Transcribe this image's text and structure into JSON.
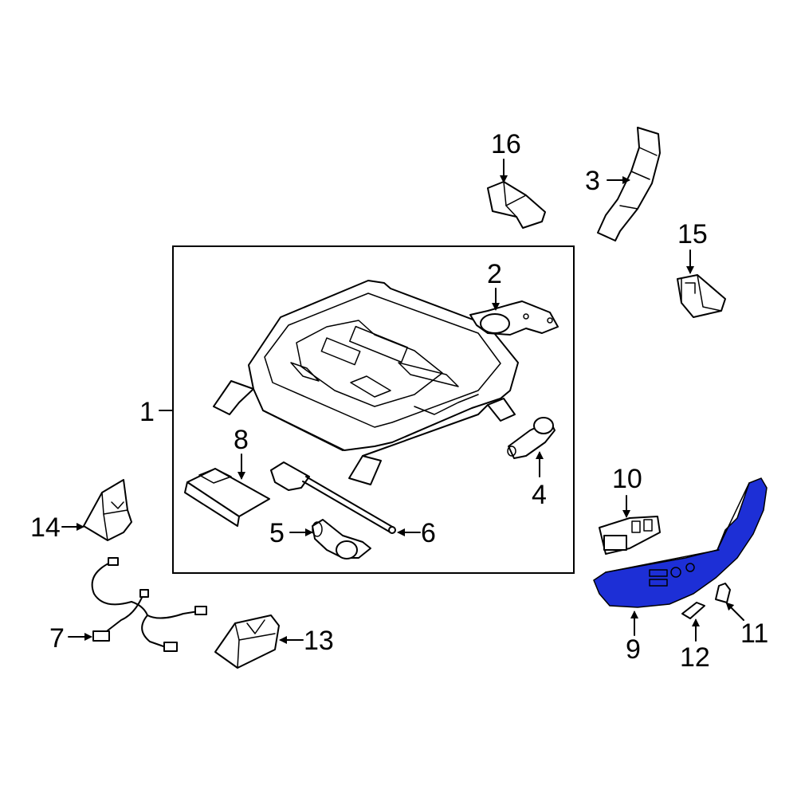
{
  "diagram": {
    "highlight_color": "#1d2fd6",
    "callouts": {
      "c1": "1",
      "c2": "2",
      "c3": "3",
      "c4": "4",
      "c5": "5",
      "c6": "6",
      "c7": "7",
      "c8": "8",
      "c9": "9",
      "c10": "10",
      "c11": "11",
      "c12": "12",
      "c13": "13",
      "c14": "14",
      "c15": "15",
      "c16": "16"
    }
  }
}
